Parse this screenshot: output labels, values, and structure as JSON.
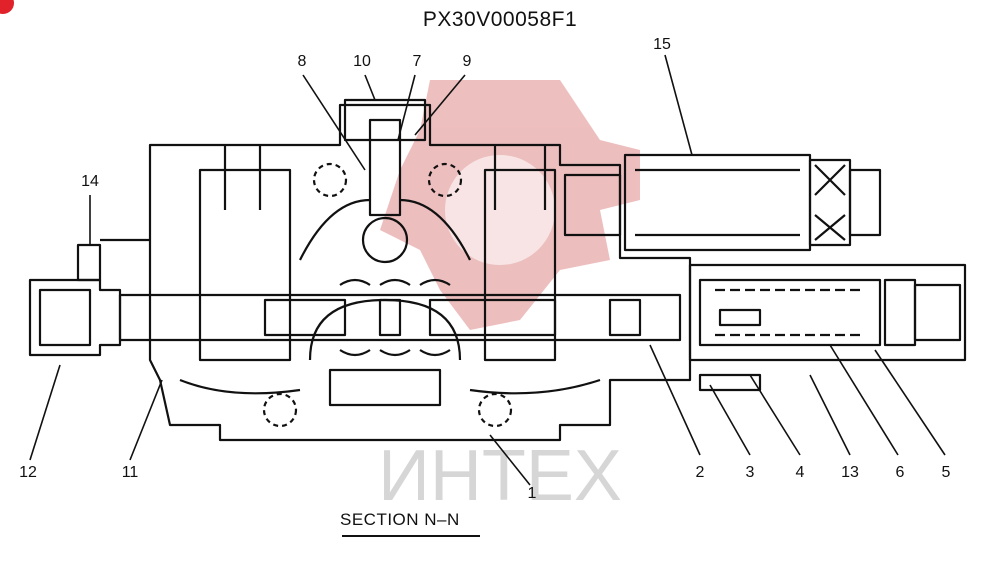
{
  "drawing": {
    "code": "PX30V00058F1",
    "section_label": "SECTION  N–N",
    "watermark_text": "ИНТЕХ",
    "callouts": [
      "1",
      "2",
      "3",
      "4",
      "5",
      "6",
      "7",
      "8",
      "9",
      "10",
      "11",
      "12",
      "13",
      "14",
      "15"
    ]
  },
  "colors": {
    "line": "#111111",
    "watermark": "#e8a9a9",
    "watermark_text": "#d6d6d6",
    "corner_badge": "#e2222a"
  }
}
